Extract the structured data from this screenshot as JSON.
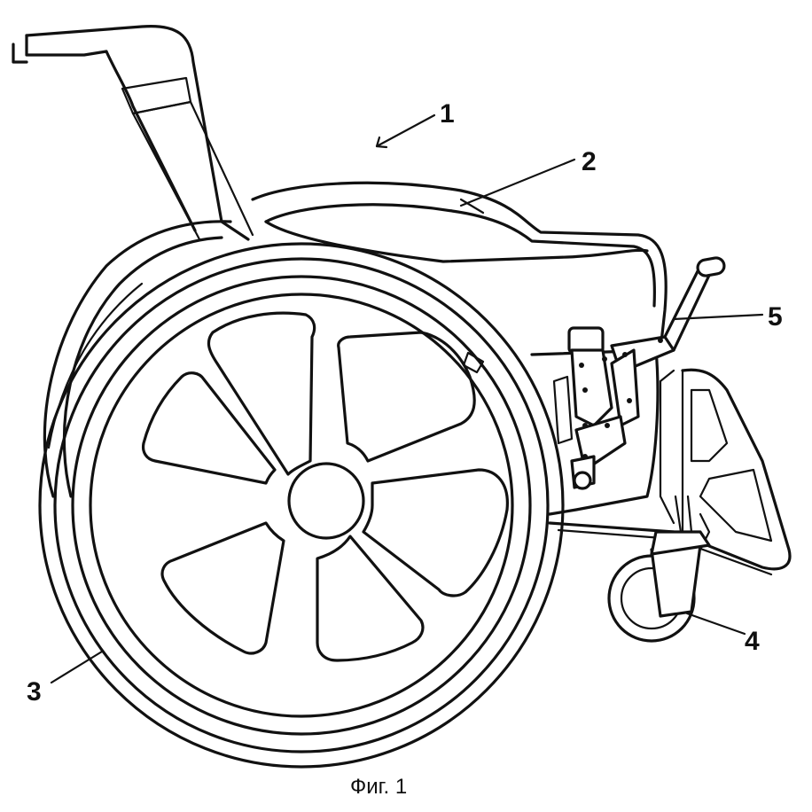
{
  "figure": {
    "caption": "Фиг. 1",
    "labels": {
      "frame": "1",
      "seat": "2",
      "rear_wheel": "3",
      "caster": "4",
      "lever": "5"
    }
  }
}
